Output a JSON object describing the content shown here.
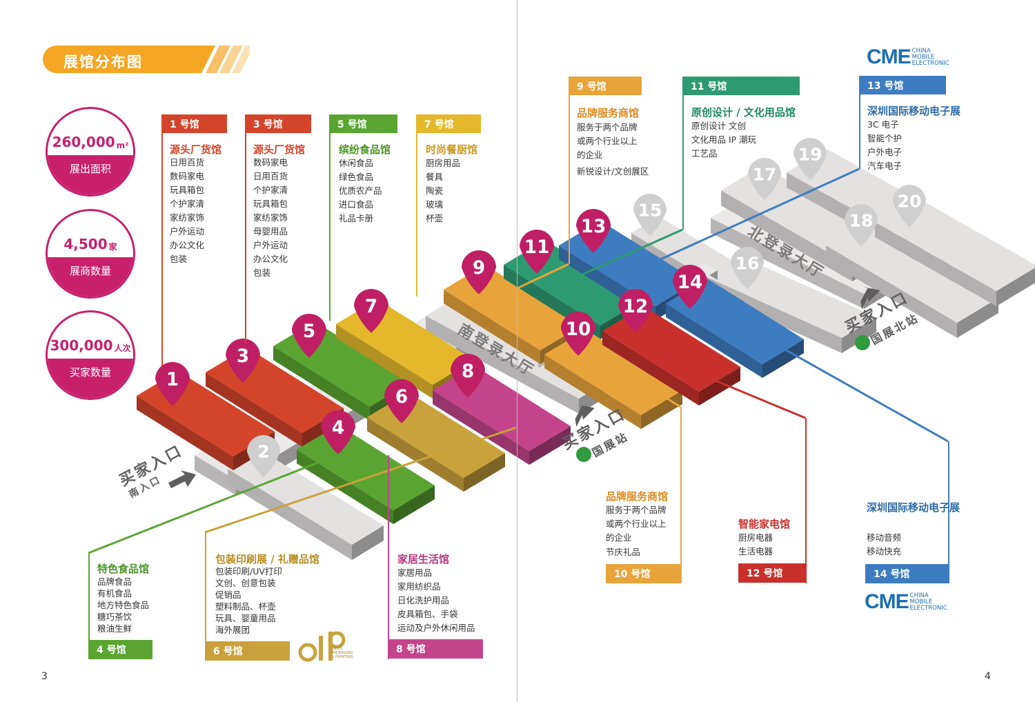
{
  "title": "展馆分布图",
  "stats": [
    {
      "value": "260,000",
      "unit": "m²",
      "label": "展出面积"
    },
    {
      "value": "4,500",
      "unit": "家",
      "label": "展商数量"
    },
    {
      "value": "300,000",
      "unit": "人次",
      "label": "买家数量"
    }
  ],
  "halls": [
    {
      "tag": "1 号馆",
      "title": "源头厂货馆",
      "items": [
        "日用百货",
        "数码家电",
        "玩具箱包",
        "个护家清",
        "家纺家饰",
        "户外运动",
        "办公文化",
        "包装"
      ],
      "color": "#d4442a"
    },
    {
      "tag": "3 号馆",
      "title": "源头厂货馆",
      "items": [
        "数码家电",
        "日用百货",
        "个护家清",
        "玩具箱包",
        "家纺家饰",
        "母婴用品",
        "户外运动",
        "办公文化",
        "包装"
      ],
      "color": "#d4442a"
    },
    {
      "tag": "5 号馆",
      "title": "缤纷食品馆",
      "items": [
        "休闲食品",
        "绿色食品",
        "优质农产品",
        "进口食品",
        "礼品卡册"
      ],
      "color": "#5aa531"
    },
    {
      "tag": "7 号馆",
      "title": "时尚餐厨馆",
      "items": [
        "厨房用品",
        "餐具",
        "陶瓷",
        "玻璃",
        "杯壶"
      ],
      "color": "#e4b82a"
    },
    {
      "tag": "9 号馆",
      "title": "品牌服务商馆",
      "items": [
        "服务于两个品牌",
        "或两个行业以上",
        "的企业",
        "新锐设计/文创展区"
      ],
      "color": "#e8a43b"
    },
    {
      "tag": "11 号馆",
      "title": "原创设计 / 文化用品馆",
      "items": [
        "原创设计  文创",
        "文化用品  IP 潮玩",
        "工艺品"
      ],
      "color": "#2e9a72"
    },
    {
      "tag": "13 号馆",
      "title": "深圳国际移动电子展",
      "items": [
        "3C 电子",
        "智能个护",
        "户外电子",
        "汽车电子"
      ],
      "color": "#3d7cc0"
    },
    {
      "tag": "4 号馆",
      "title": "特色食品馆",
      "items": [
        "品牌食品",
        "有机食品",
        "地方特色食品",
        "糖巧茶饮",
        "粮油生鲜"
      ],
      "color": "#5aa531"
    },
    {
      "tag": "6 号馆",
      "title": "包装印刷展 / 礼赠品馆",
      "items": [
        "包装印刷/UV打印",
        "文创、创意包装",
        "促销品",
        "塑料制品、杯壶",
        "玩具、婴童用品",
        "海外展团"
      ],
      "color": "#c9a23b"
    },
    {
      "tag": "8 号馆",
      "title": "家居生活馆",
      "items": [
        "家居用品",
        "家用纺织品",
        "日化洗护用品",
        "皮具箱包、手袋",
        "运动及户外休闲用品"
      ],
      "color": "#c4448c"
    },
    {
      "tag": "10 号馆",
      "title": "品牌服务商馆",
      "items": [
        "服务于两个品牌",
        "或两个行业以上",
        "的企业",
        "节庆礼品"
      ],
      "color": "#e8a43b"
    },
    {
      "tag": "12 号馆",
      "title": "智能家电馆",
      "items": [
        "厨房电器",
        "生活电器"
      ],
      "color": "#c9302c"
    },
    {
      "tag": "14 号馆",
      "title": "深圳国际移动电子展",
      "items": [
        "移动音频",
        "移动快充"
      ],
      "color": "#3d7cc0"
    }
  ],
  "map": {
    "numbers": [
      "1",
      "2",
      "3",
      "4",
      "5",
      "6",
      "7",
      "8",
      "9",
      "10",
      "11",
      "12",
      "13",
      "14",
      "15",
      "16",
      "17",
      "18",
      "19",
      "20"
    ],
    "hall_south": "南登录大厅",
    "hall_north": "北登录大厅",
    "entrance_label": "买家入口",
    "south_entrance": "南入口",
    "station_1": "国展站",
    "station_2": "国展北站",
    "pin_color": "#c01f63",
    "grey_pin_color": "#cfcfcf"
  },
  "gpp_logo": {
    "letters": "GPP",
    "lines": [
      "GIFTS",
      "PACKAGING",
      "& PRINTING"
    ]
  },
  "cme_logo": {
    "big": "CME",
    "lines": [
      "CHINA",
      "MOBILE",
      "ELECTRONIC"
    ]
  },
  "page_left": "3",
  "page_right": "4"
}
